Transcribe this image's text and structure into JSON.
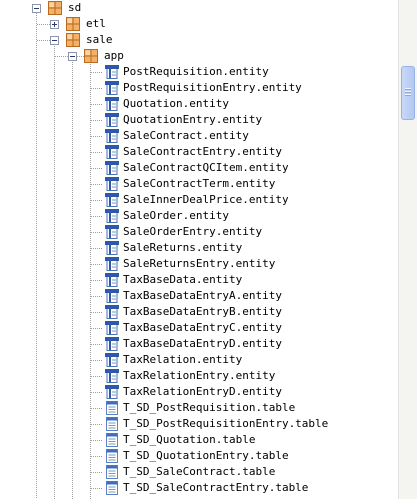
{
  "tree": {
    "root": {
      "label": "sd",
      "state": "expanded"
    },
    "folders": [
      {
        "label": "etl",
        "state": "collapsed"
      },
      {
        "label": "sale",
        "state": "expanded"
      },
      {
        "label": "app",
        "state": "expanded"
      }
    ],
    "files": [
      {
        "label": "PostRequisition.entity",
        "kind": "entity"
      },
      {
        "label": "PostRequisitionEntry.entity",
        "kind": "entity"
      },
      {
        "label": "Quotation.entity",
        "kind": "entity"
      },
      {
        "label": "QuotationEntry.entity",
        "kind": "entity"
      },
      {
        "label": "SaleContract.entity",
        "kind": "entity"
      },
      {
        "label": "SaleContractEntry.entity",
        "kind": "entity"
      },
      {
        "label": "SaleContractQCItem.entity",
        "kind": "entity"
      },
      {
        "label": "SaleContractTerm.entity",
        "kind": "entity"
      },
      {
        "label": "SaleInnerDealPrice.entity",
        "kind": "entity"
      },
      {
        "label": "SaleOrder.entity",
        "kind": "entity"
      },
      {
        "label": "SaleOrderEntry.entity",
        "kind": "entity"
      },
      {
        "label": "SaleReturns.entity",
        "kind": "entity"
      },
      {
        "label": "SaleReturnsEntry.entity",
        "kind": "entity"
      },
      {
        "label": "TaxBaseData.entity",
        "kind": "entity"
      },
      {
        "label": "TaxBaseDataEntryA.entity",
        "kind": "entity"
      },
      {
        "label": "TaxBaseDataEntryB.entity",
        "kind": "entity"
      },
      {
        "label": "TaxBaseDataEntryC.entity",
        "kind": "entity"
      },
      {
        "label": "TaxBaseDataEntryD.entity",
        "kind": "entity"
      },
      {
        "label": "TaxRelation.entity",
        "kind": "entity"
      },
      {
        "label": "TaxRelationEntry.entity",
        "kind": "entity"
      },
      {
        "label": "TaxRelationEntryD.entity",
        "kind": "entity"
      },
      {
        "label": "T_SD_PostRequisition.table",
        "kind": "table"
      },
      {
        "label": "T_SD_PostRequisitionEntry.table",
        "kind": "table"
      },
      {
        "label": "T_SD_Quotation.table",
        "kind": "table"
      },
      {
        "label": "T_SD_QuotationEntry.table",
        "kind": "table"
      },
      {
        "label": "T_SD_SaleContract.table",
        "kind": "table"
      },
      {
        "label": "T_SD_SaleContractEntry.table",
        "kind": "table"
      }
    ]
  },
  "colors": {
    "package_orange": "#d8832c",
    "entity_blue": "#2c5aa8",
    "table_blue": "#3d6fc4",
    "tree_line": "#a0a0a0",
    "scrollbar_thumb": "#b8ccf4"
  },
  "icons": {
    "folder": "package-icon",
    "entity": "entity-file-icon",
    "table": "table-file-icon",
    "collapse": "minus-toggle-icon",
    "expand": "plus-toggle-icon"
  }
}
